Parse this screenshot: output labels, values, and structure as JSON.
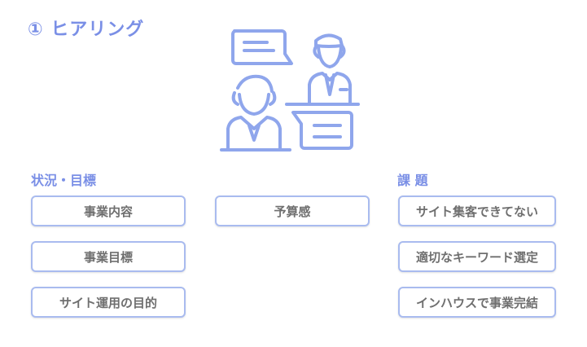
{
  "title": "① ヒアリング",
  "left_section": {
    "label": "状況・目標",
    "items": [
      "事業内容",
      "事業目標",
      "サイト運用の目的"
    ]
  },
  "middle_section": {
    "items": [
      "予算感"
    ]
  },
  "right_section": {
    "label": "課 題",
    "items": [
      "サイト集客できてない",
      "適切なキーワード選定",
      "インハウスで事業完結"
    ]
  },
  "colors": {
    "accent": "#7a8fe6",
    "box_border": "#a9bbef",
    "icon_stroke": "#8fa6ec",
    "box_text": "#6f6f6f"
  },
  "icons": [
    "speech-bubble-icon",
    "speech-bubble-icon",
    "businessman-icon",
    "businesswoman-icon",
    "desk-icon"
  ]
}
